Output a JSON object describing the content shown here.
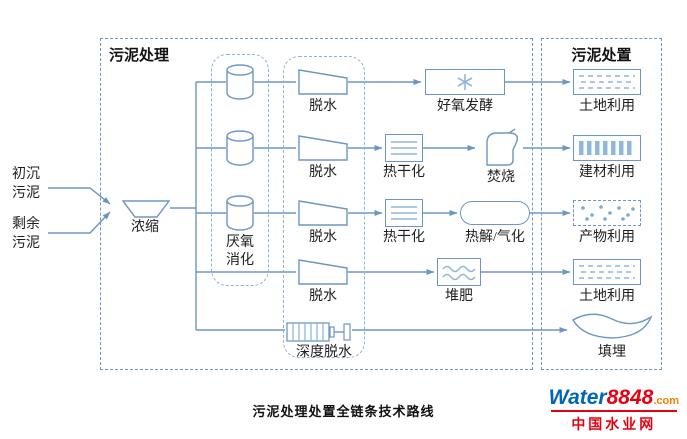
{
  "containers": {
    "treatment_title": "污泥处理",
    "disposal_title": "污泥处置"
  },
  "inputs": {
    "primary": "初沉\n污泥",
    "excess": "剩余\n污泥"
  },
  "nodes": {
    "thickening": "浓缩",
    "anaerobic_digestion": "厌氧\n消化",
    "dewatering": "脱水",
    "deep_dewatering": "深度脱水",
    "aerobic_fermentation": "好氧发酵",
    "thermal_drying": "热干化",
    "incineration": "焚烧",
    "pyrolysis_gasification": "热解/气化",
    "composting": "堆肥",
    "land_use": "土地利用",
    "building_material_use": "建材利用",
    "product_use": "产物利用",
    "landfill": "填埋"
  },
  "caption": "污泥处理处置全链条技术路线",
  "logo": {
    "brand": "Water",
    "number": "8848",
    "domain": ".com",
    "subtitle": "中国水业网"
  },
  "colors": {
    "diagram_line": "#6d96c3",
    "icon_accent": "#8fb7dc",
    "text": "#1f1f1f",
    "logo_blue": "#0067b6",
    "logo_red": "#e60012",
    "logo_orange": "#f08300"
  }
}
